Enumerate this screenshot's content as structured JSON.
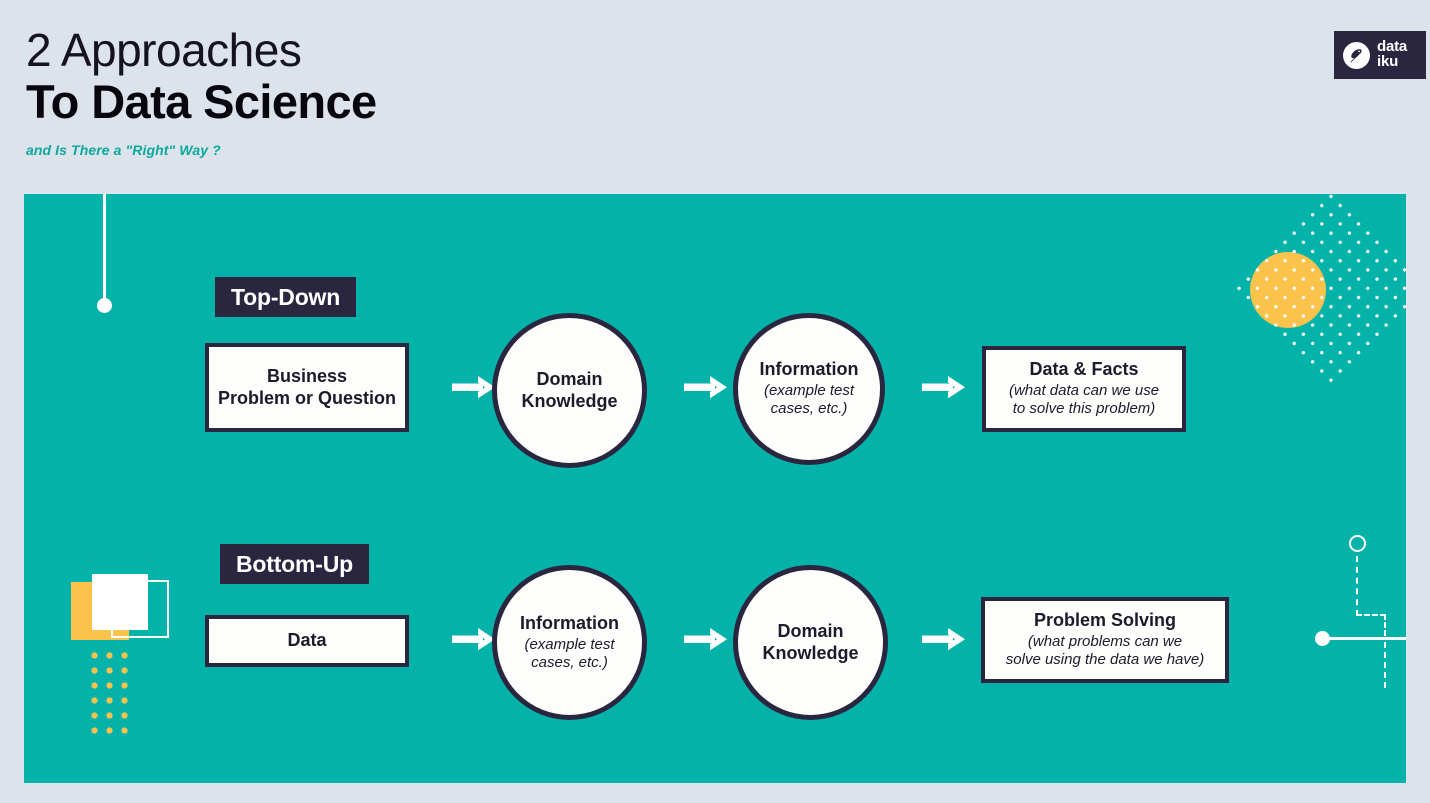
{
  "header": {
    "title_line1": "2 Approaches",
    "title_line2": "To Data Science",
    "subtitle": "and Is There a \"Right\" Way ?"
  },
  "logo": {
    "name": "dataiku",
    "line1": "data",
    "line2": "iku",
    "mark": "bird-icon",
    "background_color": "#2b2640",
    "text_color": "#ffffff"
  },
  "colors": {
    "page_background": "#dde3ea",
    "panel_teal": "#03b2a8",
    "navy": "#2b2640",
    "yellow": "#fbc34c",
    "white": "#ffffff",
    "subtitle_teal": "#0aa99f"
  },
  "diagram": {
    "rows": [
      {
        "badge": "Top-Down",
        "steps": [
          {
            "shape": "box",
            "title": "Business\nProblem or Question",
            "sub": ""
          },
          {
            "shape": "circle",
            "title": "Domain\nKnowledge",
            "sub": ""
          },
          {
            "shape": "circle",
            "title": "Information",
            "sub": "(example test\ncases, etc.)"
          },
          {
            "shape": "box",
            "title": "Data & Facts",
            "sub": "(what data can we use\nto solve this problem)"
          }
        ],
        "arrows": [
          "arrow-right-icon",
          "arrow-right-icon",
          "arrow-right-icon"
        ]
      },
      {
        "badge": "Bottom-Up",
        "steps": [
          {
            "shape": "box",
            "title": "Data",
            "sub": ""
          },
          {
            "shape": "circle",
            "title": "Information",
            "sub": "(example test\ncases, etc.)"
          },
          {
            "shape": "circle",
            "title": "Domain\nKnowledge",
            "sub": ""
          },
          {
            "shape": "box",
            "title": "Problem Solving",
            "sub": "(what problems can we\nsolve using the data we have)"
          }
        ],
        "arrows": [
          "arrow-right-icon",
          "arrow-right-icon",
          "arrow-right-icon"
        ]
      }
    ]
  },
  "decorations": {
    "top_left": "vertical-line-with-dot",
    "top_right": "yellow-circle-with-dotted-diamond",
    "bottom_left": "squares-with-yellow-dot-grid",
    "right": "dashed-path-with-circles"
  }
}
